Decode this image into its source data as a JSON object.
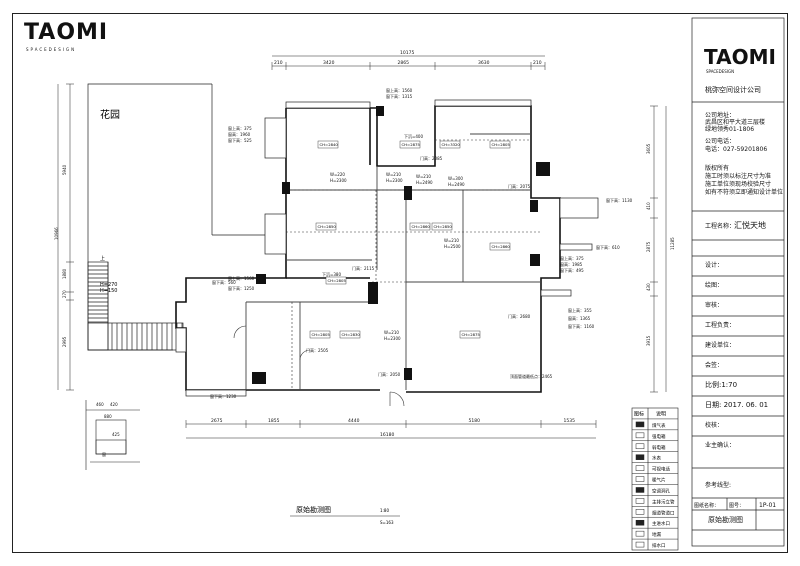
{
  "logo": {
    "wordmark": "TAOMI",
    "sub": "SPACEDESIGN"
  },
  "title_block": {
    "company": "桃弥空间设计公司",
    "address_label": "公司地址：",
    "address_l1": "武昌区和平大道三层楼",
    "address_l2": "绿地领秀01-1806",
    "phone_label": "公司电话：",
    "phone": "电话：027-59201806",
    "copyright": "版权所有",
    "note1": "施工时须以标注尺寸为准",
    "note2": "施工单位须现场校验尺寸",
    "note3": "如有不符须立即通知设计单位",
    "project_label": "工程名称：",
    "project_name": "汇悦天地",
    "rows": [
      "设计：",
      "绘图：",
      "审核：",
      "工程负责：",
      "建设单位：",
      "会签："
    ],
    "scale": "比例:1:70",
    "date": "日期: 2017. 06. 01",
    "proofread": "校核：",
    "owner_confirm": "业主确认：",
    "ref_label": "参考线型:",
    "drawing_name_label": "图纸名称：",
    "drawing_no_label": "图号：",
    "drawing_no": "1P-01",
    "drawing_title": "原始勘测图"
  },
  "legend": {
    "header_icon": "图标",
    "header_desc": "说明",
    "items": [
      "煤气表",
      "强电箱",
      "弱电箱",
      "水表",
      "可视电话",
      "暖气片",
      "空调洞孔",
      "主排污立管",
      "烟道管道口",
      "主进水口",
      "地漏",
      "排水口"
    ]
  },
  "plan": {
    "garden": "花园",
    "caption": "原始勘测图",
    "caption_scale": "1:80",
    "caption_area": "S=163",
    "dims_top": [
      "210",
      "3420",
      "2865",
      "3630",
      "210"
    ],
    "dim_top_total": "10175",
    "dims_bottom": [
      "2675",
      "1855",
      "4440",
      "5180",
      "1535"
    ],
    "dim_bottom_total": "16180",
    "dims_left": [
      "5940",
      "1880",
      "270",
      "2995"
    ],
    "dim_left_total": "10966",
    "dims_right": [
      "3605",
      "410",
      "2875",
      "430",
      "3915"
    ],
    "dim_right_total": "11285",
    "left_stair": [
      "H=270",
      "H=150"
    ],
    "small_dims": [
      "460",
      "420",
      "880",
      "425",
      "400",
      "300",
      "270",
      "1175"
    ],
    "ceiling_labels": [
      "CH=2840",
      "CH=2875",
      "CH=3320",
      "CH=2805",
      "CH=2850",
      "CH=2860",
      "CH=2850",
      "CH=2860",
      "CH=2805",
      "CH=2805",
      "CH=2830",
      "CH=2875"
    ],
    "texts": [
      "窗上高：1560",
      "窗下高：1315",
      "下沉=400",
      "门高：2085",
      "窗上高：375",
      "窗高：1960",
      "窗下高：525",
      "门高：2075",
      "窗下高：1130",
      "窗下高：610",
      "窗上高：375",
      "窗高：1985",
      "窗下高：495",
      "下沉=380",
      "门高：2115",
      "窗下高：560",
      "窗上高：1560",
      "窗下高：1250",
      "门高：2680",
      "窗上高：355",
      "窗高：1365",
      "窗下高：1160",
      "门高：2505",
      "窗下高：1230",
      "门高：2050",
      "顶面管道最低点：2465",
      "W=210",
      "H=2300",
      "W=220",
      "H=2300",
      "W=210",
      "H=2490",
      "W=300",
      "H=2490",
      "W=210",
      "H=2500",
      "W=210",
      "H=2300"
    ]
  }
}
